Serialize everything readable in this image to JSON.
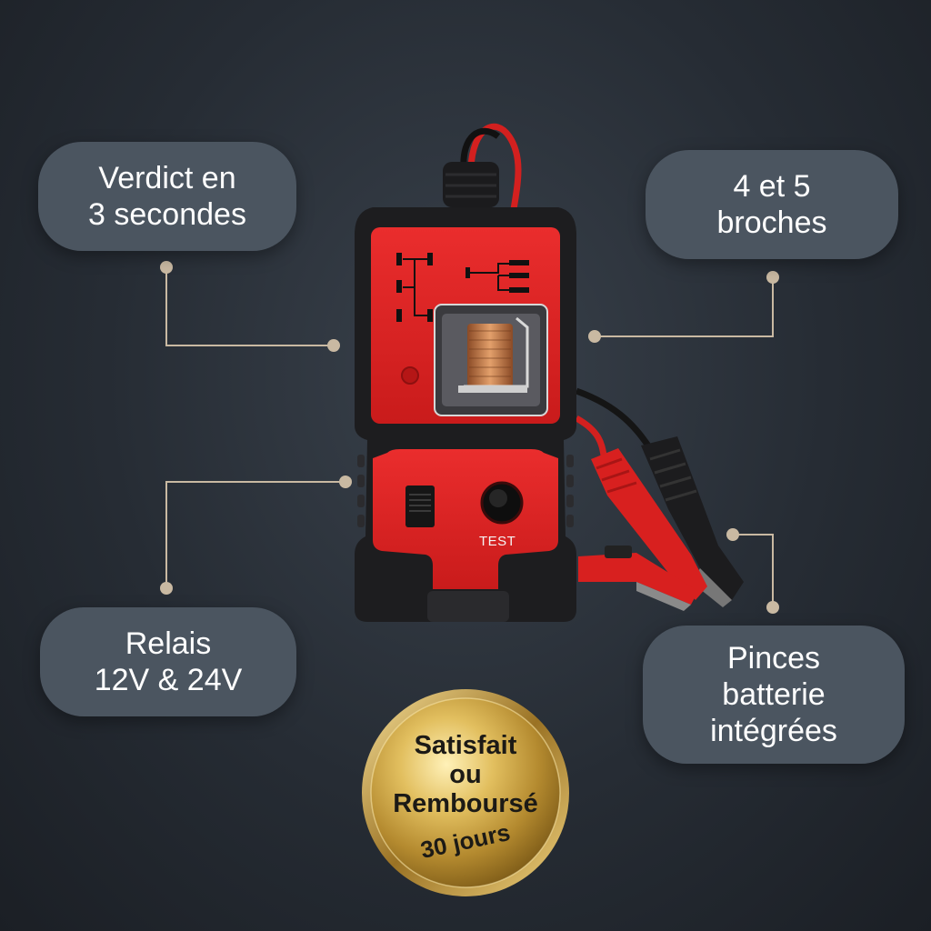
{
  "callouts": {
    "top_left": [
      "Verdict en",
      "3 secondes"
    ],
    "top_right": [
      "4 et 5",
      "broches"
    ],
    "bottom_left": [
      "Relais",
      "12V & 24V"
    ],
    "bottom_right": [
      "Pinces",
      "batterie",
      "intégrées"
    ]
  },
  "device": {
    "test_label": "TEST"
  },
  "badge": {
    "lines": [
      "Satisfait",
      "ou",
      "Remboursé"
    ],
    "days": "30 jours"
  },
  "colors": {
    "background": "#262c34",
    "pill": "#4b5560",
    "device_red": "#e32424",
    "device_black": "#1d1d1f",
    "connector": "#c9b9a2",
    "gold": "#c9a54a"
  },
  "icons": [
    "relay-tester-device",
    "gold-guarantee-seal"
  ]
}
